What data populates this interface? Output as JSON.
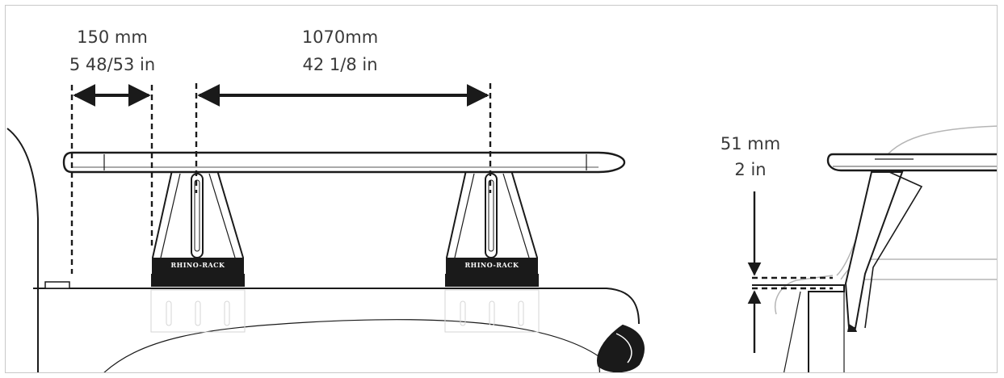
{
  "dimensions": {
    "overhang": {
      "metric": "150 mm",
      "imperial": "5 48/53 in"
    },
    "spacing": {
      "metric": "1070mm",
      "imperial": "42 1/8 in"
    },
    "height": {
      "metric": "51 mm",
      "imperial": "2 in"
    }
  },
  "brand": {
    "text": "RHINO-RACK"
  },
  "colors": {
    "ink": "#1a1a1a",
    "bar_fill": "#ffffff",
    "light_line": "#b5b5b5",
    "text": "#3a3a3a",
    "frame": "#c8c8c8"
  }
}
